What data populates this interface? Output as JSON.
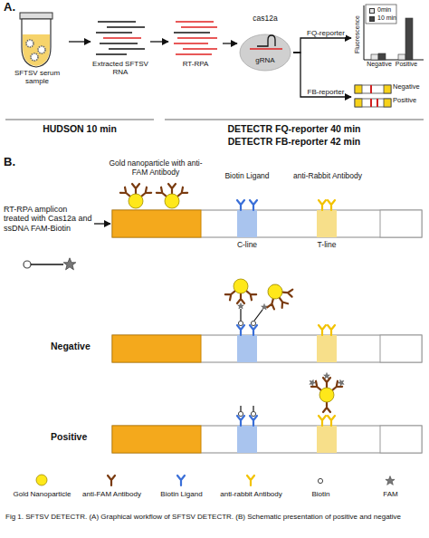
{
  "diagram": {
    "caption": "Fig 1. SFTSV DETECTR. (A) Graphical workflow of SFTSV DETECTR. (B) Schematic presentation of positive and negative",
    "nodes": [
      {
        "text": [
          "SFTSV serum sample"
        ]
      },
      {
        "text": [
          "Extracted SFTSV RNA"
        ]
      },
      {
        "text": [
          "RT-RPA"
        ]
      },
      {
        "text": [
          "cas12a",
          "gRNA"
        ]
      },
      {
        "text": [
          "Fluorescence",
          "Negative",
          "Positive"
        ]
      },
      {
        "text": [
          "Negative",
          "Positive"
        ]
      },
      {
        "text": [
          "RT-RPA amplicon treated with Cas12a and ssDNA FAM-Biotin"
        ]
      },
      {
        "text": [
          "C-line",
          "T-line"
        ]
      }
    ],
    "edges": [
      {
        "from": 0,
        "to": 1,
        "arrow": "to"
      },
      {
        "from": 1,
        "to": 2,
        "arrow": "to"
      },
      {
        "from": 2,
        "to": 3,
        "arrow": "to"
      },
      {
        "from": 3,
        "to": 4,
        "label": "FQ-reporter",
        "arrow": "to"
      },
      {
        "from": 3,
        "to": 5,
        "label": "FB-reporter",
        "arrow": "to"
      },
      {
        "from": 6,
        "to": 7,
        "arrow": "to"
      }
    ],
    "labels": [
      "A.",
      "HUDSON 10 min",
      "DETECTR FQ-reporter 40 min",
      "DETECTR FB-reporter 42 min",
      "B.",
      "Gold nanoparticle with anti-FAM Antibody",
      "Biotin Ligand",
      "anti-Rabbit Antibody",
      "Negative",
      "Positive"
    ],
    "legend": [
      {
        "text": "0min",
        "color": "#e6e6e6"
      },
      {
        "text": "10 min",
        "color": "#444444"
      },
      {
        "text": "Gold Nanoparticle"
      },
      {
        "text": "anti-FAM Antibody"
      },
      {
        "text": "Biotin Ligand"
      },
      {
        "text": "anti-rabbit Antibody"
      },
      {
        "text": "Biotin"
      },
      {
        "text": "FAM"
      }
    ]
  }
}
